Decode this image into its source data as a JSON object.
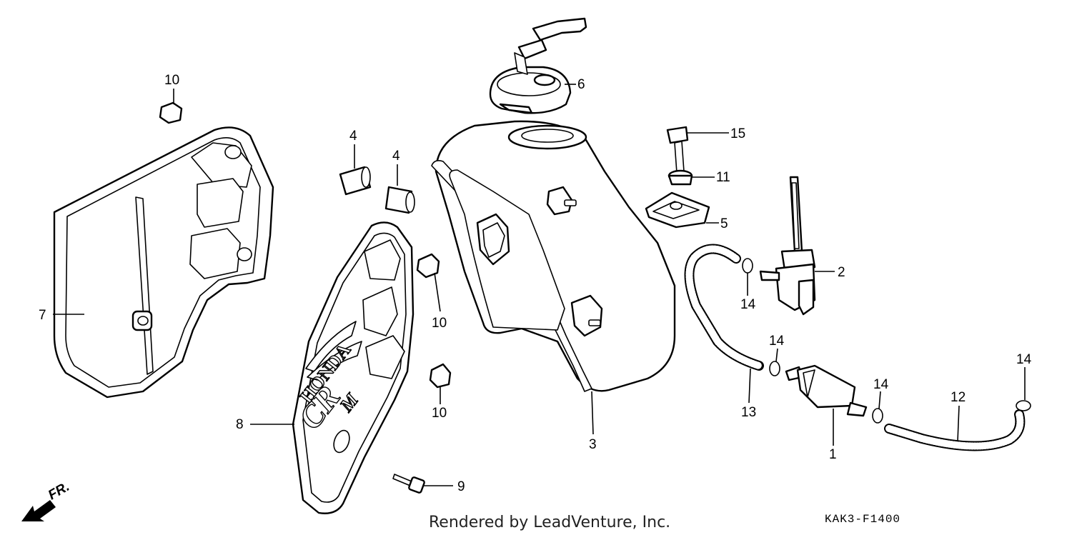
{
  "diagram": {
    "credit": "Rendered by LeadVenture, Inc.",
    "code": "KAK3-F1400",
    "direction": "FR.",
    "decal_brand": "HONDA",
    "decal_model": "CR",
    "decal_suffix": "M",
    "callouts": [
      "1",
      "2",
      "3",
      "4",
      "4",
      "5",
      "6",
      "7",
      "8",
      "9",
      "10",
      "10",
      "10",
      "11",
      "12",
      "13",
      "14",
      "14",
      "14",
      "14",
      "15"
    ]
  }
}
